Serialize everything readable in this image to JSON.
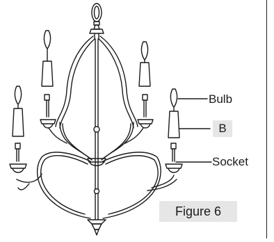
{
  "callouts": {
    "bulb": "Bulb",
    "shade": "B",
    "socket": "Socket"
  },
  "figure_label": "Figure 6",
  "colors": {
    "stroke": "#1a1a1a",
    "label_box": "#e6e6e6"
  }
}
